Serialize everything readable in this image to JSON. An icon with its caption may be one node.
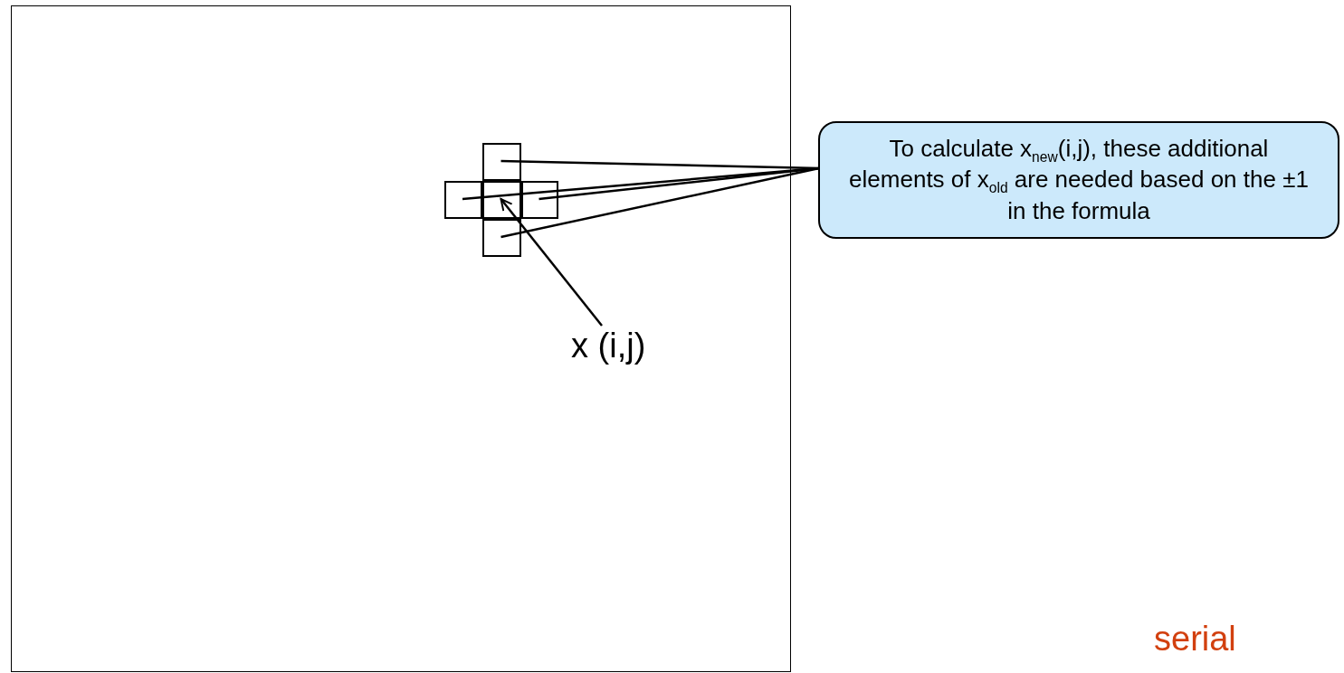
{
  "diagram": {
    "nodes": [
      {
        "text": [],
        "shape": "box"
      },
      {
        "text": [],
        "shape": "box",
        "in": 0
      },
      {
        "text": [],
        "shape": "box",
        "in": 0
      },
      {
        "text": [],
        "shape": "box",
        "in": 0
      },
      {
        "text": [],
        "shape": "box",
        "in": 0
      },
      {
        "text": [],
        "shape": "box",
        "in": 0
      },
      {
        "text": [
          "To calculate x$_{new}$(i,j), these additional elements of x$_{old}$ are needed based on the ±1 in the formula"
        ]
      },
      {
        "text": [
          "x (i,j)"
        ],
        "in": 0
      }
    ],
    "edges": [
      {
        "from": 6,
        "to": 1,
        "arrow": "none"
      },
      {
        "from": 6,
        "to": 2,
        "arrow": "none"
      },
      {
        "from": 6,
        "to": 4,
        "arrow": "none"
      },
      {
        "from": 6,
        "to": 5,
        "arrow": "none"
      },
      {
        "from": 7,
        "to": 3,
        "arrow": "to"
      }
    ],
    "labels": [
      "serial"
    ]
  }
}
